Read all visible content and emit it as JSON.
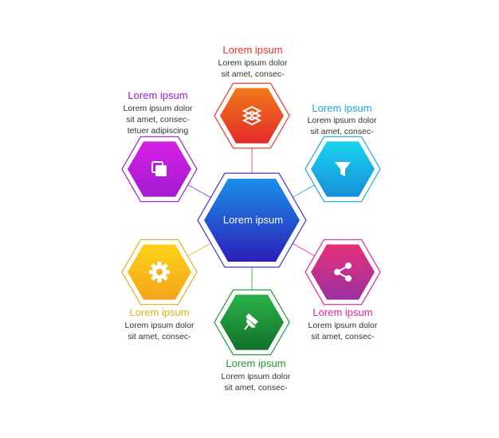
{
  "center": {
    "label": "Lorem ipsum"
  },
  "nodes": [
    {
      "id": "top",
      "title": "Lorem ipsum",
      "desc": "Lorem ipsum dolor\nsit amet, consec-",
      "color": "#e8332a",
      "grad": [
        "#f07a1a",
        "#e42a2a"
      ],
      "icon": "layers-icon"
    },
    {
      "id": "upper-right",
      "title": "Lorem ipsum",
      "desc": "Lorem ipsum dolor\nsit amet, consec-",
      "color": "#1aa7e0",
      "grad": [
        "#19d3f0",
        "#1590d8"
      ],
      "icon": "funnel-icon"
    },
    {
      "id": "lower-right",
      "title": "Lorem ipsum",
      "desc": "Lorem ipsum dolor\nsit amet, consec-",
      "color": "#e0249a",
      "grad": [
        "#e8307a",
        "#9a2fa0"
      ],
      "icon": "share-icon"
    },
    {
      "id": "bottom",
      "title": "Lorem ipsum",
      "desc": "Lorem ipsum dolor\nsit amet, consec-",
      "color": "#1e9a2e",
      "grad": [
        "#2bb34a",
        "#12702a"
      ],
      "icon": "pin-icon"
    },
    {
      "id": "lower-left",
      "title": "Lorem ipsum",
      "desc": "Lorem ipsum dolor\nsit amet, consec-",
      "color": "#d9b51a",
      "grad": [
        "#ffd21a",
        "#f3a41a"
      ],
      "icon": "gear-icon"
    },
    {
      "id": "upper-left",
      "title": "Lorem ipsum",
      "desc": "Lorem ipsum dolor\nsit amet, consec-\ntetuer adipiscing",
      "color": "#9b1ec8",
      "grad": [
        "#d621e6",
        "#a21bd0"
      ],
      "icon": "squares-icon"
    }
  ],
  "center_colors": {
    "grad": [
      "#1b8fe8",
      "#2a1fb8"
    ],
    "ring": "#3a38c8"
  }
}
